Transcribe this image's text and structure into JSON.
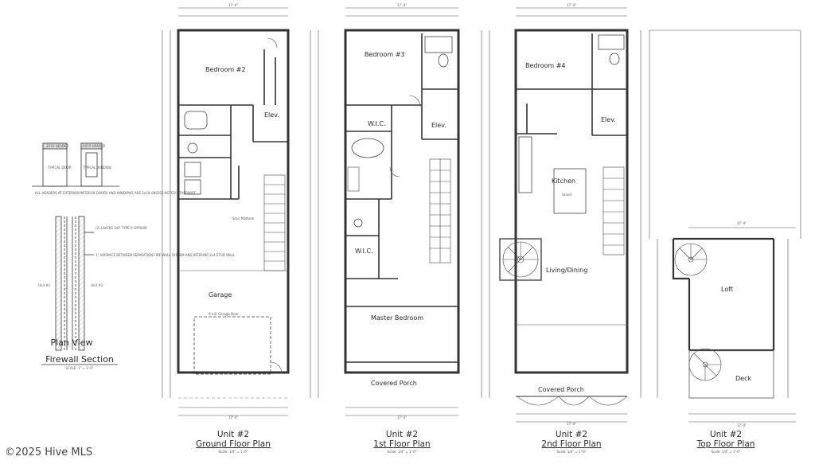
{
  "watermark": "©2025 Hive MLS",
  "firewall": {
    "title_line1": "Plan View",
    "title_line2": "Firewall Section",
    "scale": "SCALE: 1\" = 1'-0\"",
    "detail_header_door": "2X10 HEADER",
    "detail_header_window": "2X10 HEADER",
    "detail_label_door": "TYPICAL DOOR",
    "detail_label_window": "TYPICAL WINDOW",
    "detail_note": "ALL HEADERS AT EXTERIOR/INTERIOR DOORS AND WINDOWS ARE 2x10 UNLESS NOTED OTHERWISE",
    "note_1": "(2) LAYERS 5/8\" TYPE X GYPSUM",
    "note_2": "1\" AIRSPACE BETWEEN SEPARATION FIRE WALL SYSTEM AND INTERIOR 2x4 STUD WALL",
    "unit_left": "Unit #1",
    "unit_right": "Unit #2"
  },
  "plans": [
    {
      "unit": "Unit #2",
      "title": "Ground Floor Plan",
      "scale": "Scale: 1/4\" = 1'-0\"",
      "overall_width": "17'-4\"",
      "rooms": {
        "bedroom": "Bedroom #2",
        "elev": "Elev.",
        "garage": "Garage",
        "garage_door": "9'x 8' Garage Door",
        "stair_note": "Stair Platform"
      }
    },
    {
      "unit": "Unit #2",
      "title": "1st Floor Plan",
      "scale": "Scale: 1/4\" = 1'-0\"",
      "overall_width": "17'-4\"",
      "rooms": {
        "bedroom": "Bedroom #3",
        "wic_top": "W.I.C.",
        "elev": "Elev.",
        "wic_bottom": "W.I.C.",
        "master": "Master Bedroom",
        "porch": "Covered Porch"
      }
    },
    {
      "unit": "Unit #2",
      "title": "2nd Floor Plan",
      "scale": "Scale: 1/4\" = 1'-0\"",
      "overall_width": "17'-4\"",
      "rooms": {
        "bedroom": "Bedroom #4",
        "elev": "Elev.",
        "kitchen": "Kitchen",
        "island": "Island",
        "living": "Living/Dining",
        "porch": "Covered Porch"
      }
    },
    {
      "unit": "Unit #2",
      "title": "Top Floor Plan",
      "scale": "Scale: 1/4\" = 1'-0\"",
      "overall_width": "17'-4\"",
      "rooms": {
        "loft": "Loft",
        "deck": "Deck"
      }
    }
  ]
}
